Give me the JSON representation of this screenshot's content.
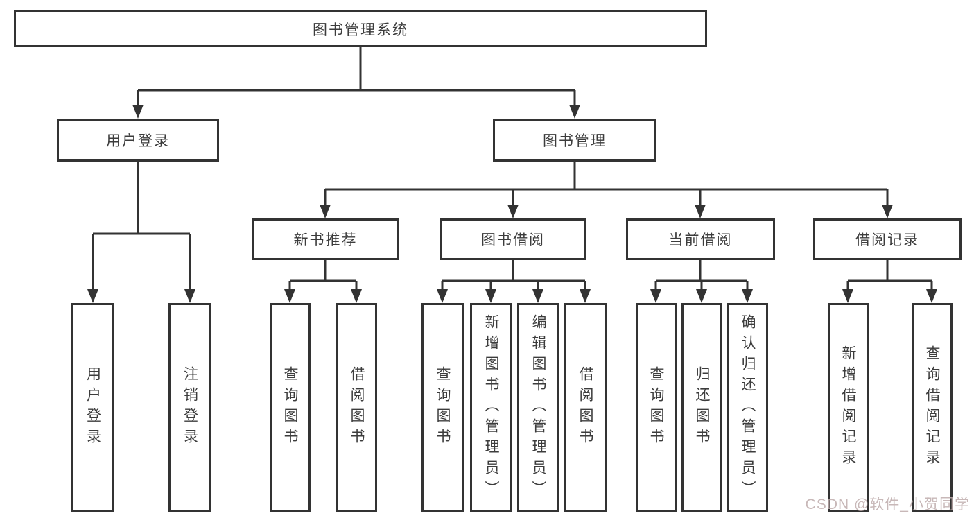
{
  "diagram_title": "图书管理系统",
  "tree": {
    "root": {
      "label": "图书管理系统"
    },
    "branches": [
      {
        "label": "用户登录",
        "children": [
          {
            "label": "用户登录"
          },
          {
            "label": "注销登录"
          }
        ]
      },
      {
        "label": "图书管理",
        "children": [
          {
            "label": "新书推荐",
            "children": [
              {
                "label": "查询图书"
              },
              {
                "label": "借阅图书"
              }
            ]
          },
          {
            "label": "图书借阅",
            "children": [
              {
                "label": "查询图书"
              },
              {
                "label": "新增图书（管理员）"
              },
              {
                "label": "编辑图书（管理员）"
              },
              {
                "label": "借阅图书"
              }
            ]
          },
          {
            "label": "当前借阅",
            "children": [
              {
                "label": "查询图书"
              },
              {
                "label": "归还图书"
              },
              {
                "label": "确认归还（管理员）"
              }
            ]
          },
          {
            "label": "借阅记录",
            "children": [
              {
                "label": "新增借阅记录"
              },
              {
                "label": "查询借阅记录"
              }
            ]
          }
        ]
      }
    ]
  },
  "watermark": "CSDN @软件_小贺同学",
  "colors": {
    "line": "#333333",
    "box_border": "#333333",
    "text": "#3c3c3c",
    "background": "#ffffff",
    "watermark": "#beacac"
  }
}
